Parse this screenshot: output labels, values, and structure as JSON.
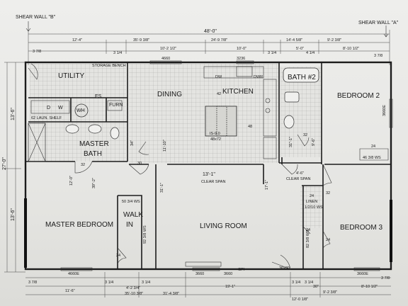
{
  "shear_wall_b": "SHEAR WALL \"B\"",
  "shear_wall_a": "SHEAR WALL \"A\"",
  "rooms": {
    "utility": "UTILITY",
    "dining": "DINING",
    "kitchen": "KITCHEN",
    "bath2": "BATH #2",
    "bedroom2": "BEDROOM 2",
    "master_bath_line1": "MASTER",
    "master_bath_line2": "BATH",
    "master_bedroom": "MASTER BEDROOM",
    "walk_in_line1": "WALK",
    "walk_in_line2": "IN",
    "living_room": "LIVING ROOM",
    "bedroom3": "BEDROOM 3"
  },
  "labels": {
    "storage_bench": "STORAGE BENCH",
    "es": "ES",
    "furn": "FURN",
    "wh": "WH",
    "d": "D",
    "w": "W",
    "laun_shelf": "62 LAUN. SHELF",
    "dw": "DW",
    "dwr": "DWR",
    "island_1": "IS-9.0",
    "island_2": "48x72",
    "k42": "42",
    "k48": "48",
    "linen_1": "24",
    "linen_2": "LINEN",
    "linen_3": "1/2/10 WS",
    "clear_span_1": "CLEAR SPAN",
    "clear_span_2": "CLEAR SPAN",
    "ws_bedroom2": "46 3/8 WS",
    "ws_walkin_top": "50 3/4 WS",
    "ws_walkin_side": "92 3/8 WS",
    "ws_bed3": "82 3/8 WS",
    "window_3660_a": "3660",
    "window_3660_b": "3660",
    "window_3660_c": "3660E",
    "window_4660": "4660",
    "window_4660e": "4660E",
    "window_3236": "3236",
    "gfi": "GFI",
    "door_36x80": "36x80",
    "bed2_3660e": "3660E",
    "door_32a": "32",
    "door_32b": "32",
    "door_32c": "32",
    "door_30": "30",
    "door_24a": "24",
    "door_24b": "24",
    "door_24c": "24",
    "door_24d": "24",
    "dim_12_0": "12'-0\"",
    "dim_39_2": "39\"-2\"",
    "dim_31_1": "31'-1\"",
    "dim_17_1": "17'-1\"",
    "dim_4_6": "4'-6\"",
    "dim_9_6": "9'-6\"",
    "dim_34": "34\"",
    "dim_11_10": "11'-10\"",
    "dim_31_mid": "31\"-1\""
  },
  "dimensions_top": {
    "overall": "48'-0\"",
    "d1": "12'-4\"",
    "d2": "35'-9 3/8\"",
    "d3": "10'-2 1/2\"",
    "d4": "24'-9 7/8\"",
    "d5": "10'-0\"",
    "d6": "14'-4 5/8\"",
    "d7": "9'-2 3/8\"",
    "d8": "5'-0\"",
    "d9": "8'-10 1/2\"",
    "d10": "3 1/4",
    "d11": "3 1/4",
    "d12": "4 1/4",
    "d13": "3 7/8",
    "d14": "3 7/8"
  },
  "dimensions_left": {
    "overall": "27'-0\"",
    "upper": "13'-6\"",
    "lower": "13'-6\""
  },
  "dimensions_bottom": {
    "d1": "3 7/8",
    "d2": "11'-6\"",
    "d3": "3 1/4",
    "d4": "35'-10 3/8\"",
    "d5": "4'-2 3/4\"",
    "d6": "3 1/4",
    "d7": "31'-4 3/8\"",
    "d8": "19'-1\"",
    "d9": "3 1/4",
    "d10": "3 1/4",
    "d11": "30\"",
    "d12": "9'-2 3/8\"",
    "d13": "8'-10 1/2\"",
    "d14": "12'-0 1/8\"",
    "d15": "3 7/8"
  },
  "living_dim": "13'-1\"",
  "colors": {
    "paper": "#e9e9e7",
    "line": "#1c1c1c",
    "tile": "#9a9a9a"
  }
}
